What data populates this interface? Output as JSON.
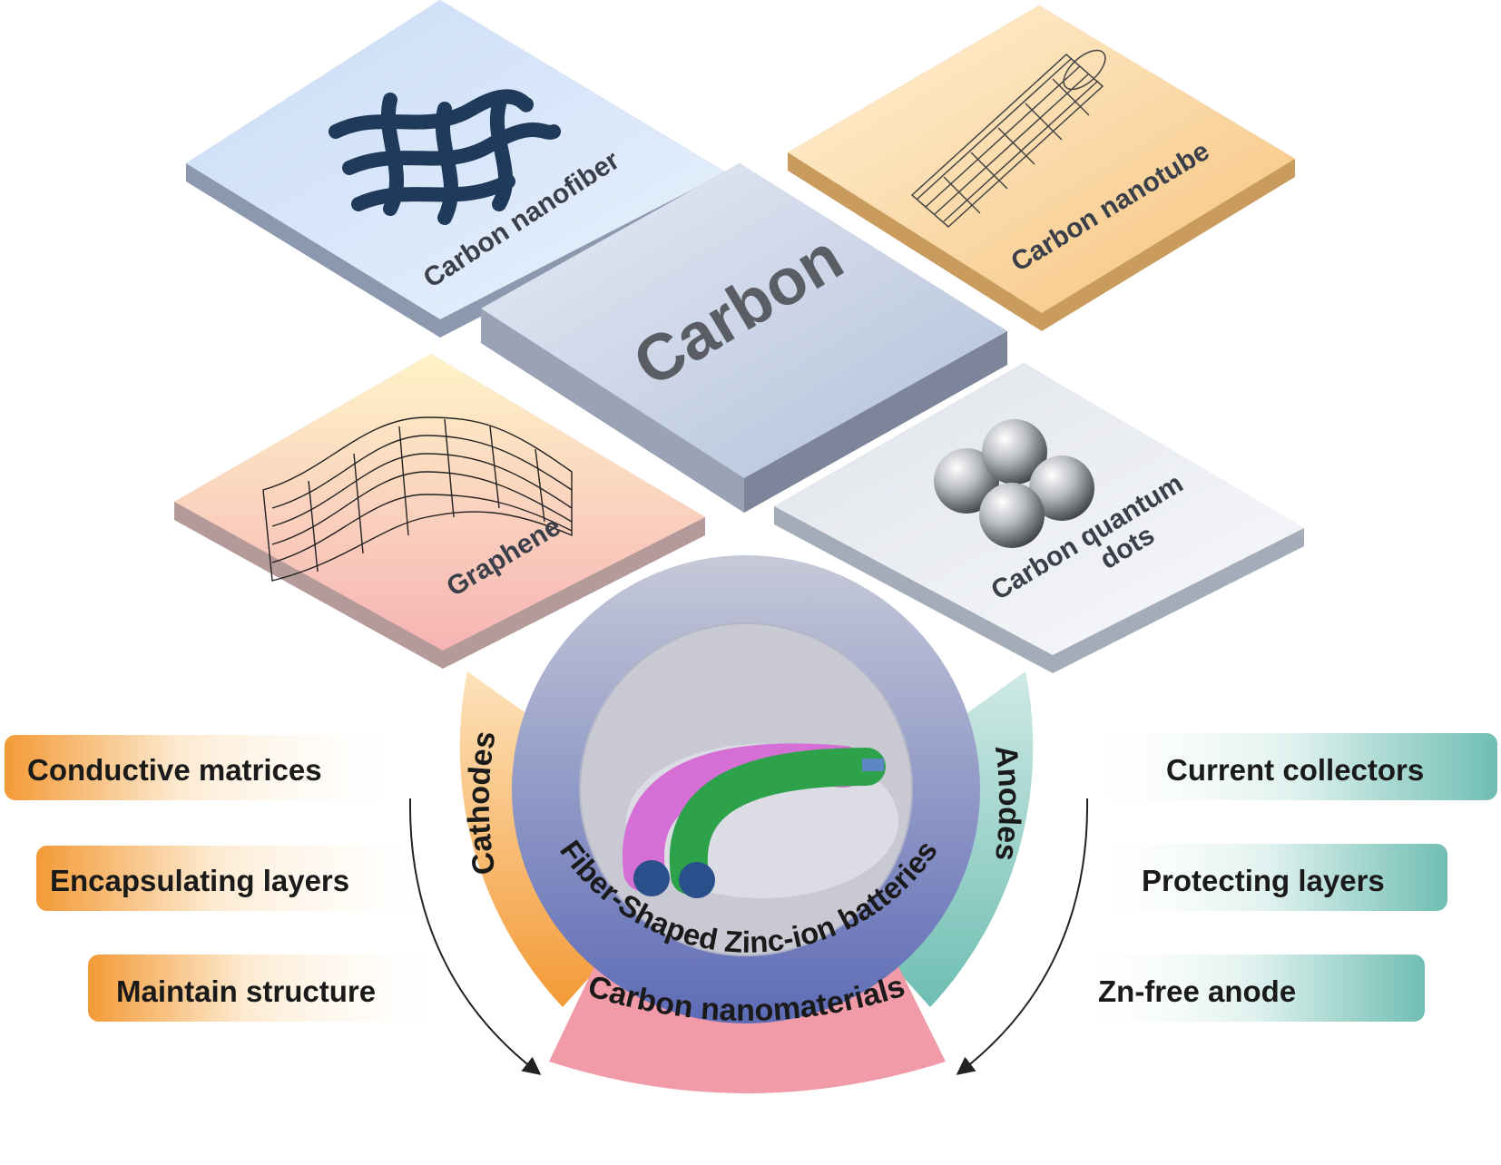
{
  "tiles": {
    "carbon": "Carbon",
    "nanofiber": "Carbon nanofiber",
    "nanotube": "Carbon nanotube",
    "graphene": "Graphene",
    "quantum_line1": "Carbon quantum",
    "quantum_line2": "dots"
  },
  "ring": {
    "cathodes": "Cathodes",
    "anodes": "Anodes",
    "carbon_nanomaterials": "Carbon nanomaterials",
    "inner_title": "Fiber-Shaped  Zinc-ion  batteries"
  },
  "left_labels": [
    "Conductive matrices",
    "Encapsulating layers",
    "Maintain structure"
  ],
  "right_labels": [
    "Current collectors",
    "Protecting layers",
    "Zn-free anode"
  ],
  "colors": {
    "cathode_orange": "#F4A340",
    "anode_teal": "#7CC7BE",
    "carbon_pink": "#F19BA6",
    "ring_blue": "#6E7CC0",
    "text_dark": "#1a1a1a"
  }
}
